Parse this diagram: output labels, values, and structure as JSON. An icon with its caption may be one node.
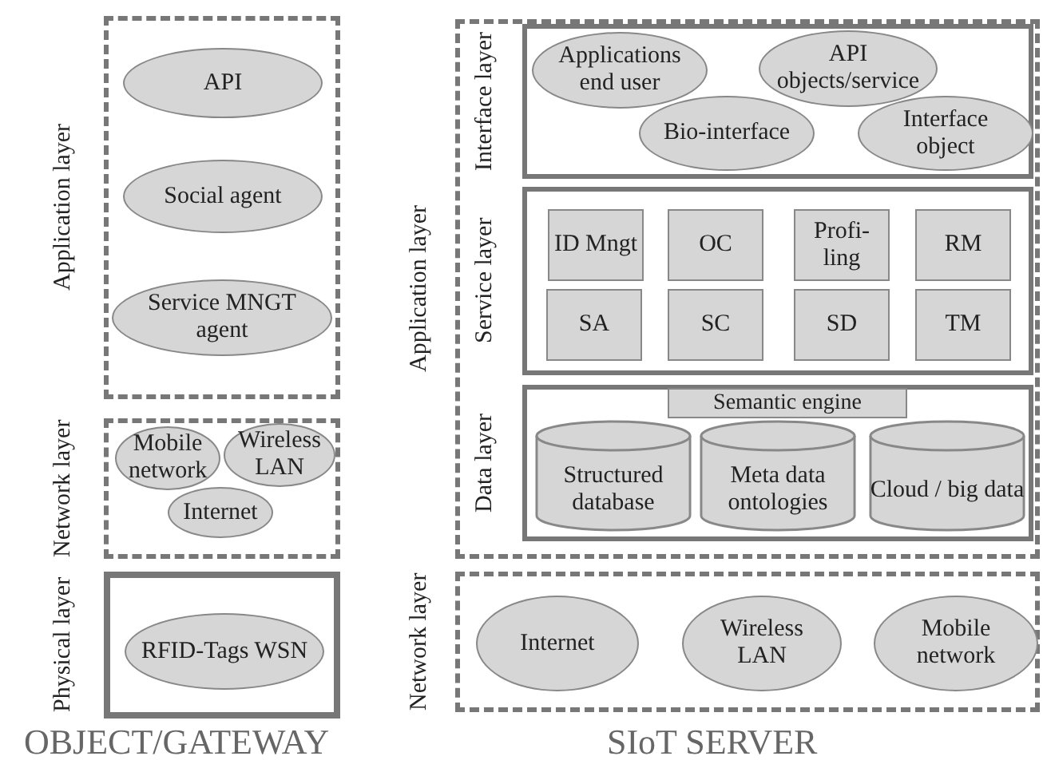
{
  "diagram": {
    "nodes": [
      {
        "text": [
          "Application layer"
        ]
      },
      {
        "text": [
          "API"
        ],
        "in": 0
      },
      {
        "text": [
          "Social agent"
        ],
        "in": 0
      },
      {
        "text": [
          "Service MNGT agent"
        ],
        "in": 0
      },
      {
        "text": [
          "Network layer"
        ]
      },
      {
        "text": [
          "Mobile network"
        ],
        "in": 4
      },
      {
        "text": [
          "Wireless LAN"
        ],
        "in": 4
      },
      {
        "text": [
          "Internet"
        ],
        "in": 4
      },
      {
        "text": [
          "Physical layer"
        ]
      },
      {
        "text": [
          "RFID-Tags WSN"
        ],
        "in": 8
      },
      {
        "text": [
          "Application layer"
        ]
      },
      {
        "text": [
          "Interface layer"
        ],
        "in": 10
      },
      {
        "text": [
          "Applications end user"
        ],
        "in": 11
      },
      {
        "text": [
          "API objects/service"
        ],
        "in": 11
      },
      {
        "text": [
          "Bio-interface"
        ],
        "in": 11
      },
      {
        "text": [
          "Interface object"
        ],
        "in": 11
      },
      {
        "text": [
          "Service layer"
        ],
        "in": 10
      },
      {
        "text": [
          "ID Mngt"
        ],
        "in": 16
      },
      {
        "text": [
          "OC"
        ],
        "in": 16
      },
      {
        "text": [
          "Profi- ling"
        ],
        "in": 16
      },
      {
        "text": [
          "RM"
        ],
        "in": 16
      },
      {
        "text": [
          "SA"
        ],
        "in": 16
      },
      {
        "text": [
          "SC"
        ],
        "in": 16
      },
      {
        "text": [
          "SD"
        ],
        "in": 16
      },
      {
        "text": [
          "TM"
        ],
        "in": 16
      },
      {
        "text": [
          "Data layer"
        ],
        "in": 10
      },
      {
        "text": [
          "Semantic engine"
        ],
        "in": 25
      },
      {
        "text": [
          "Structured database"
        ],
        "in": 25
      },
      {
        "text": [
          "Meta data ontologies"
        ],
        "in": 25
      },
      {
        "text": [
          "Cloud / big data"
        ],
        "in": 25
      },
      {
        "text": [
          "Network layer"
        ]
      },
      {
        "text": [
          "Internet"
        ],
        "in": 30
      },
      {
        "text": [
          "Wireless LAN"
        ],
        "in": 30
      },
      {
        "text": [
          "Mobile network"
        ],
        "in": 30
      }
    ],
    "labels": [
      "OBJECT/GATEWAY",
      "SIoT SERVER"
    ]
  }
}
